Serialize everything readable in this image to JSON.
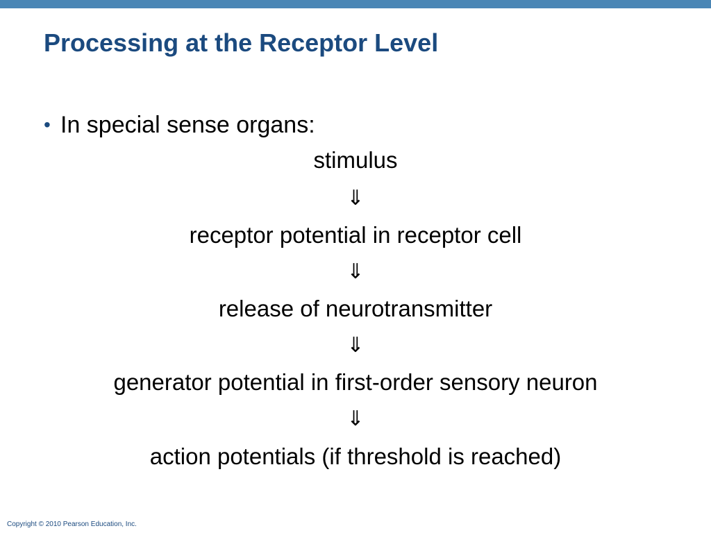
{
  "slide": {
    "title": "Processing at the Receptor Level",
    "bullet": {
      "marker": "•",
      "text": "In special sense organs:"
    },
    "flow": {
      "steps": [
        "stimulus",
        "receptor potential in receptor cell",
        "release of neurotransmitter",
        "generator potential in first-order sensory neuron",
        "action potentials (if threshold is reached)"
      ],
      "arrow": "⇓"
    },
    "footer": {
      "copyright": "Copyright © 2010 Pearson Education, Inc."
    }
  },
  "colors": {
    "top_bar": "#4a86b5",
    "title": "#1b4a7f",
    "body_text": "#000000"
  }
}
